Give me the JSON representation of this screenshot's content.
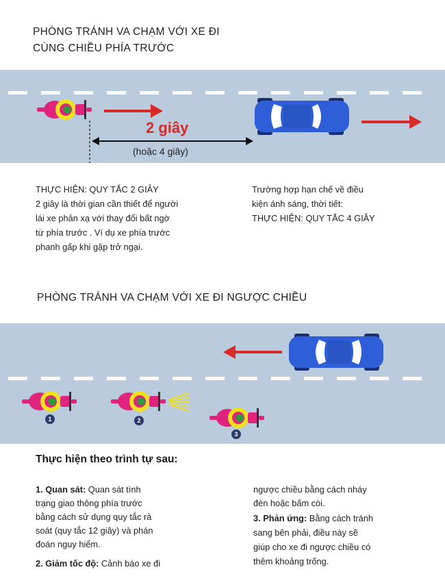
{
  "section1": {
    "title_line1": "PHÒNG TRÁNH VA CHẠM VỚI XE ĐI",
    "title_line2": "CÙNG CHIỀU PHÍA TRƯỚC",
    "gap_label": "2 giây",
    "gap_alt_label": "(hoặc 4 giây)",
    "rule2_heading": "THỰC HIỆN: QUY TẮC 2 GIÂY",
    "rule2_lines": [
      "2 giây là thời gian cần thiết để người",
      "lái xe phản xạ với thay đổi bất ngờ",
      "từ phía trước . Ví dụ xe phía trước",
      "phanh gấp khi gặp trở ngại."
    ],
    "rule4_lines": [
      "Trường hợp hạn chế về điều",
      "kiện ánh sáng, thời tiết:"
    ],
    "rule4_heading": "THỰC HIỆN: QUY TẮC 4 GIÂY"
  },
  "section2": {
    "title": "PHÒNG TRÁNH VA CHẠM VỚI XE ĐI NGƯỢC CHIỀU",
    "step_numbers": [
      "1",
      "2",
      "3"
    ],
    "sequence_heading": "Thực hiện theo trình tự sau:",
    "step1_label": "1. Quan sát:",
    "step1_first": " Quan sát tình",
    "step1_lines": [
      "trạng giao thông phía trước",
      "bằng cách sử dụng quy tắc rà",
      "soát (quy tắc 12 giây) và phán",
      "đoán nguy hiểm."
    ],
    "step2_label": "2. Giảm tốc độ:",
    "step2_first": " Cảnh báo xe đi",
    "step2_cont_lines": [
      "ngược chiều bằng cách nháy",
      "đèn hoặc bấm còi."
    ],
    "step3_label": "3. Phản ứng:",
    "step3_first": " Bằng cách tránh",
    "step3_lines": [
      "sang bên phải, điều này sẽ",
      "giúp cho xe đi ngược chiều có",
      "thêm khoảng trống."
    ]
  },
  "colors": {
    "road": "#b9cbdc",
    "car": "#2f5fd8",
    "arrow": "#d92a2a",
    "helmet": "#f2e21a",
    "moto_body": "#e0237d"
  }
}
